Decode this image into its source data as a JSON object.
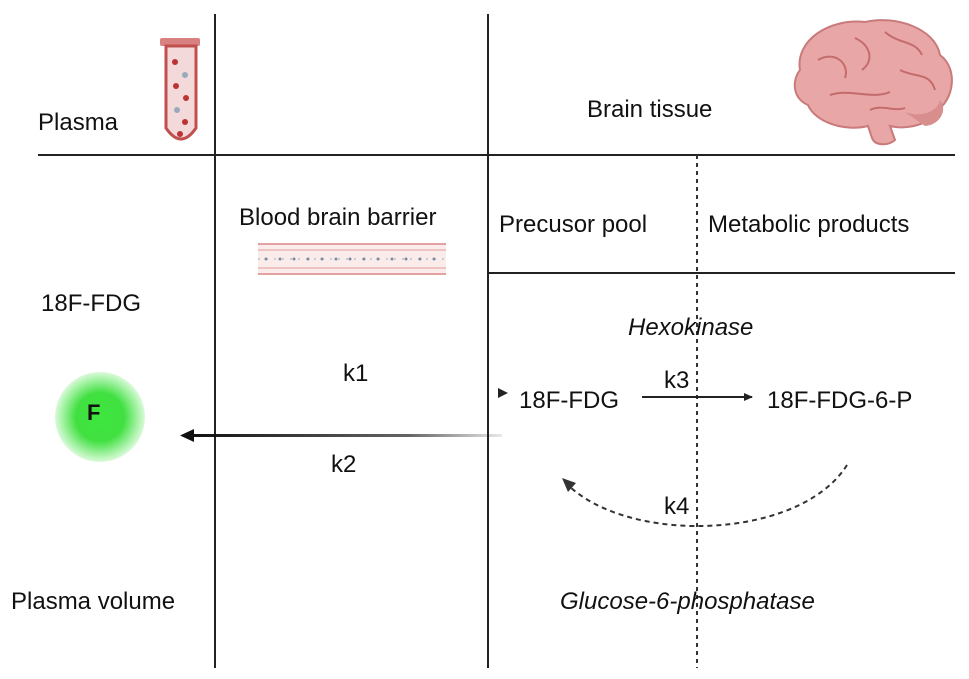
{
  "labels": {
    "plasma": "Plasma",
    "brain_tissue": "Brain tissue",
    "bbb": "Blood brain barrier",
    "precursor_pool": "Precusor pool",
    "metabolic_products": "Metabolic products",
    "fdg_left": "18F-FDG",
    "hexokinase": "Hexokinase",
    "k1": "k1",
    "k2": "k2",
    "k3": "k3",
    "k4": "k4",
    "fdg_mid": "18F-FDG",
    "fdg6p": "18F-FDG-6-P",
    "plasma_volume": "Plasma volume",
    "g6pase": "Glucose-6-phosphatase",
    "f_symbol": "F"
  },
  "icons": {
    "tube": "blood-tube-icon",
    "brain": "brain-icon",
    "membrane": "membrane-icon",
    "molecule": "fdg-molecule-icon"
  },
  "colors": {
    "line": "#222222",
    "tube": "#c0504d",
    "brain": "#e9a6a6",
    "glow": "#3ee63e"
  }
}
